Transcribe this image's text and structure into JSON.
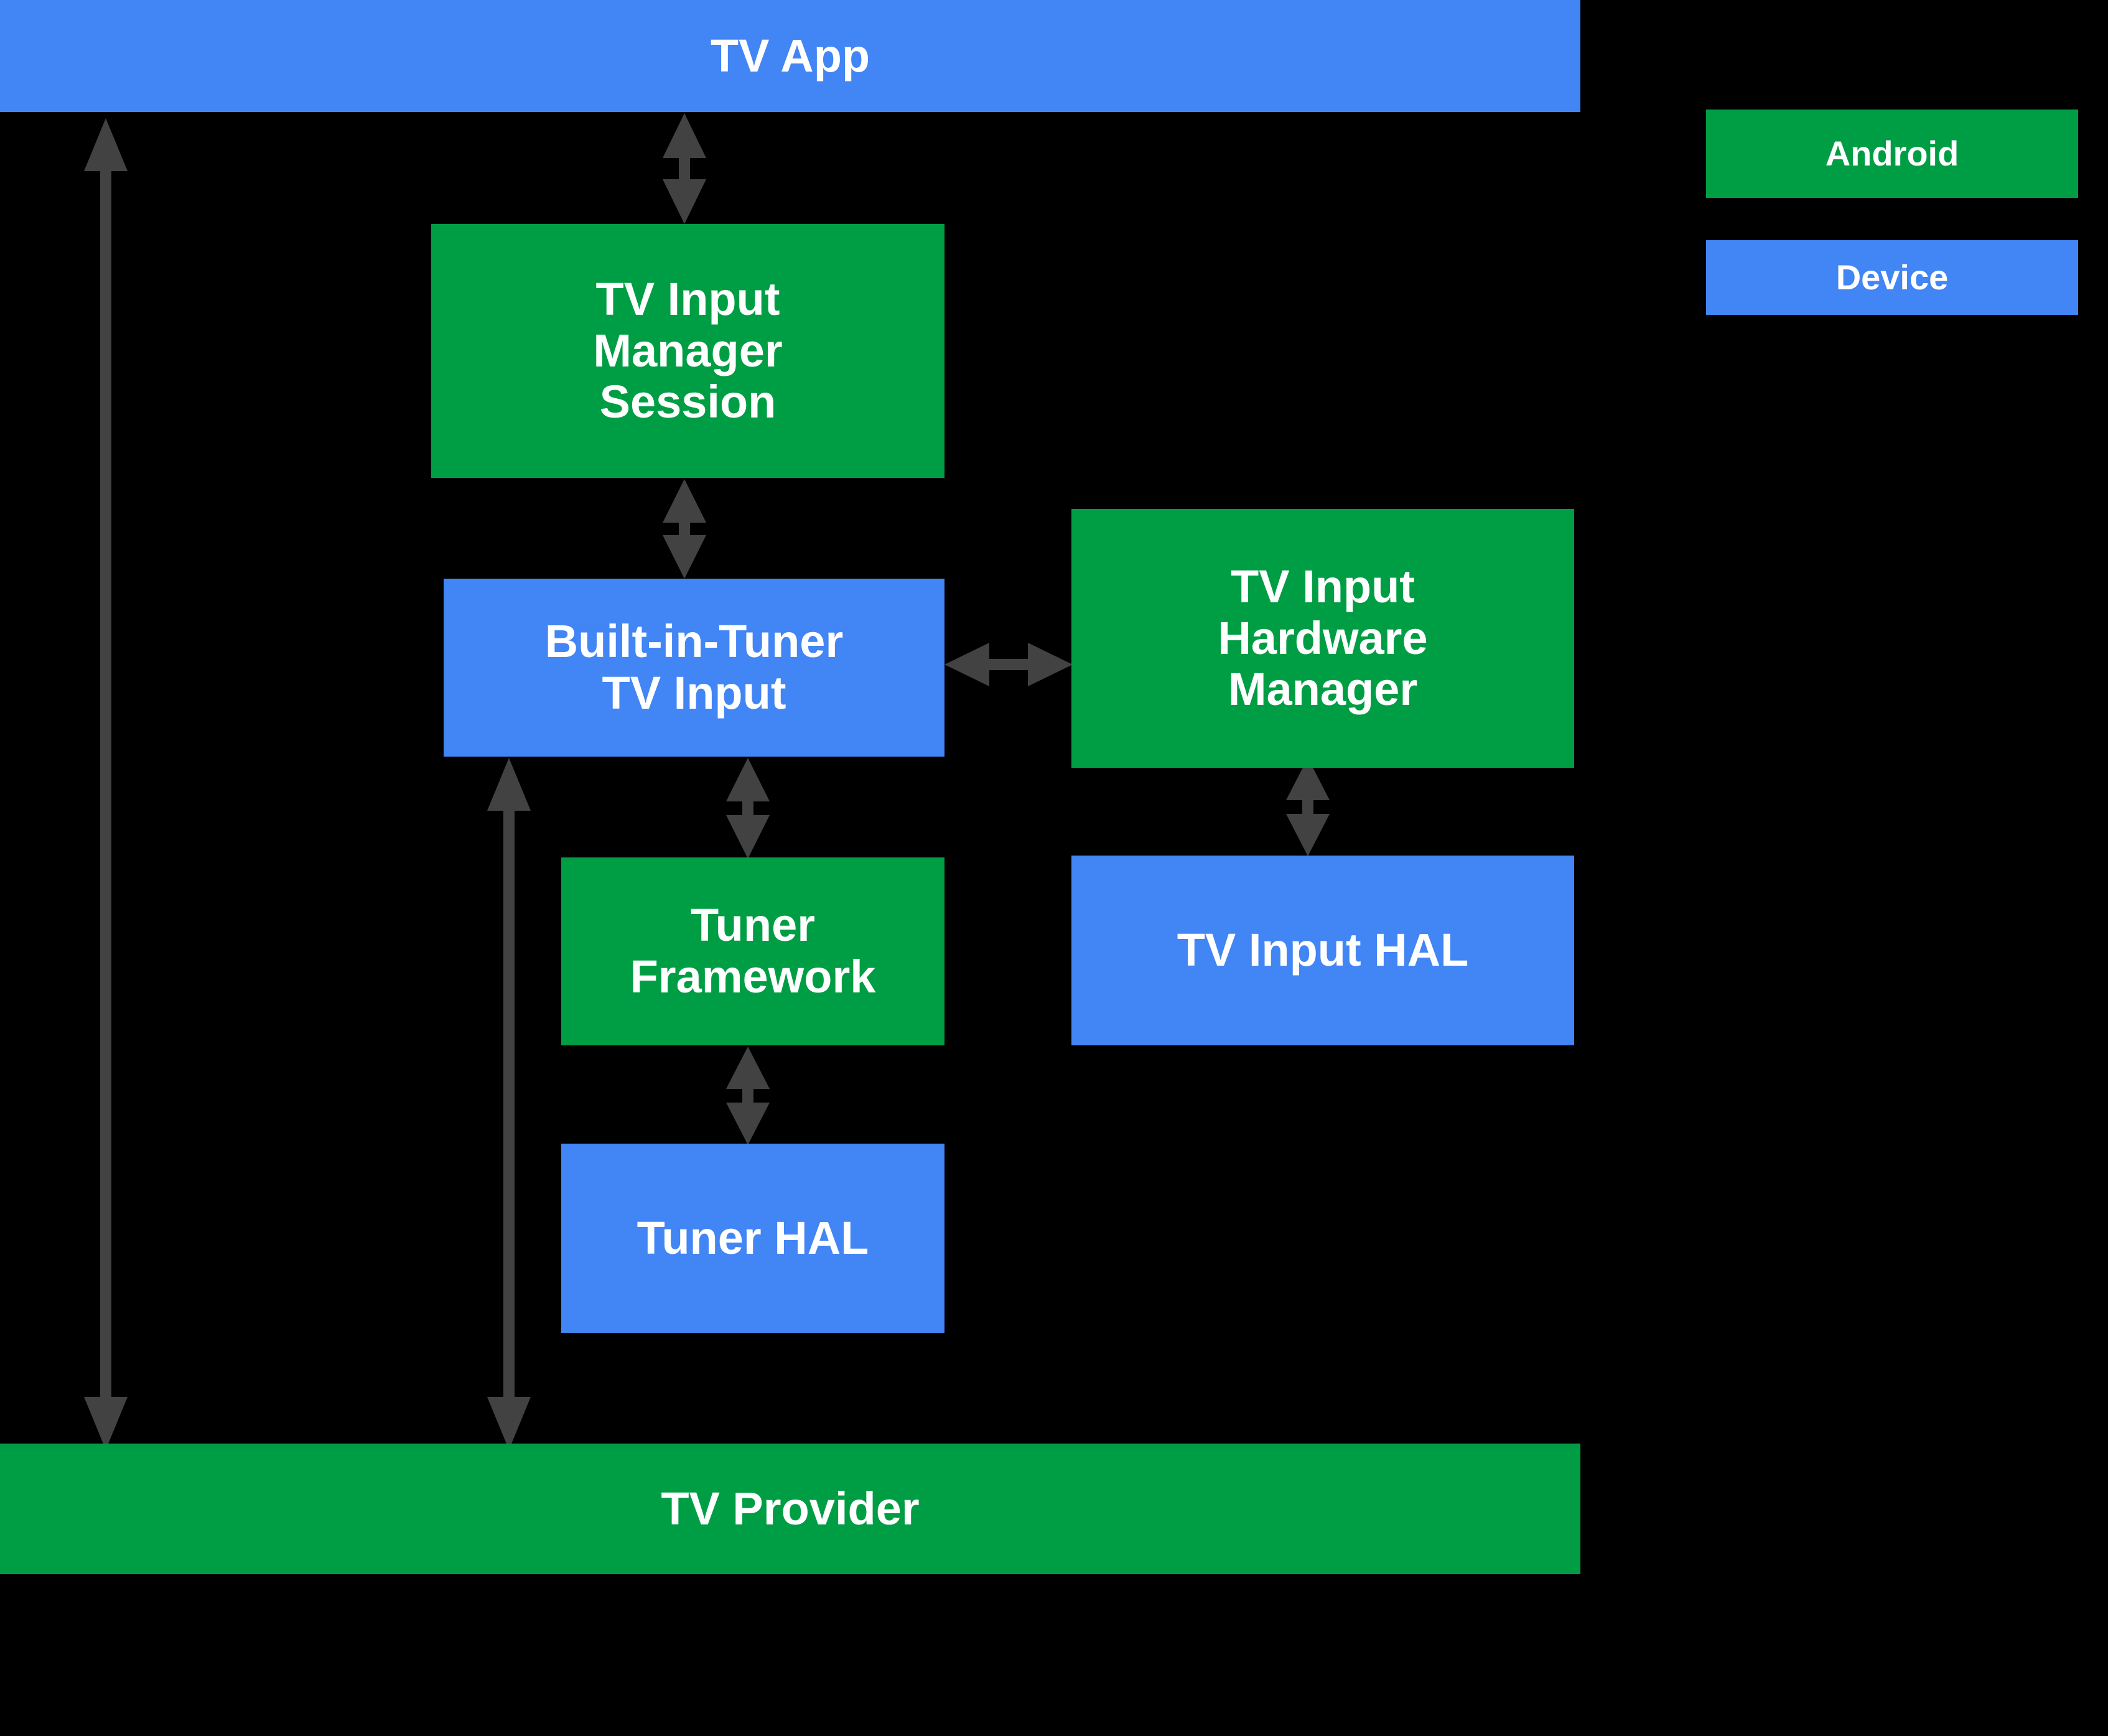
{
  "diagram": {
    "title": "Android TV Input Framework architecture",
    "background_color": "#000000",
    "android_color": "#009E44",
    "device_color": "#4285F4",
    "arrow_color": "#424242",
    "text_color": "#FFFFFF"
  },
  "boxes": {
    "tv_app": {
      "label": "TV App",
      "kind": "device"
    },
    "tv_input_manager_session": {
      "label": "TV Input\nManager\nSession",
      "kind": "android"
    },
    "built_in_tuner_tv_input": {
      "label": "Built-in-Tuner\nTV Input",
      "kind": "device"
    },
    "tv_input_hardware_manager": {
      "label": "TV Input\nHardware\nManager",
      "kind": "android"
    },
    "tv_input_hal": {
      "label": "TV Input HAL",
      "kind": "device"
    },
    "tuner_framework": {
      "label": "Tuner\nFramework",
      "kind": "android"
    },
    "tuner_hal": {
      "label": "Tuner HAL",
      "kind": "device"
    },
    "tv_provider": {
      "label": "TV Provider",
      "kind": "android"
    }
  },
  "legend": {
    "items": [
      {
        "label": "Android",
        "color": "#009E44"
      },
      {
        "label": "Device",
        "color": "#4285F4"
      }
    ]
  },
  "connections": [
    {
      "from": "tv_app",
      "to": "tv_input_manager_session",
      "direction": "bidirectional"
    },
    {
      "from": "tv_input_manager_session",
      "to": "built_in_tuner_tv_input",
      "direction": "bidirectional"
    },
    {
      "from": "built_in_tuner_tv_input",
      "to": "tv_input_hardware_manager",
      "direction": "bidirectional"
    },
    {
      "from": "built_in_tuner_tv_input",
      "to": "tuner_framework",
      "direction": "bidirectional"
    },
    {
      "from": "tuner_framework",
      "to": "tuner_hal",
      "direction": "bidirectional"
    },
    {
      "from": "tv_input_hardware_manager",
      "to": "tv_input_hal",
      "direction": "bidirectional"
    },
    {
      "from": "tv_app",
      "to": "tv_provider",
      "direction": "bidirectional"
    },
    {
      "from": "built_in_tuner_tv_input",
      "to": "tv_provider",
      "direction": "bidirectional"
    }
  ]
}
